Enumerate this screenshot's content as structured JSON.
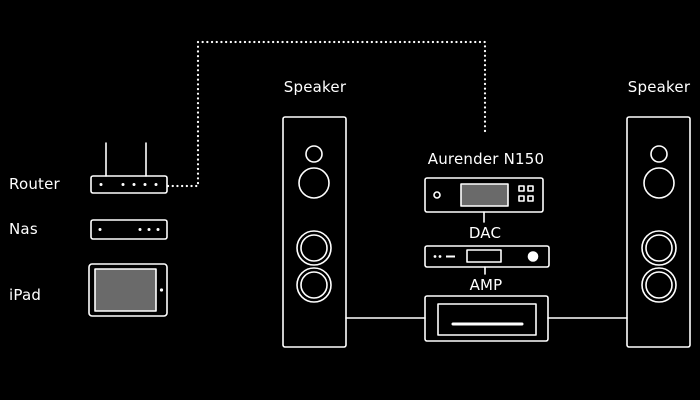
{
  "labels": {
    "router": "Router",
    "nas": "Nas",
    "ipad": "iPad",
    "speaker_left": "Speaker",
    "speaker_right": "Speaker",
    "streamer": "Aurender N150",
    "dac": "DAC",
    "amp": "AMP"
  },
  "colors": {
    "background": "#000000",
    "stroke": "#ffffff"
  },
  "icons": {
    "router": "router-icon",
    "nas": "nas-icon",
    "ipad": "tablet-icon",
    "speaker": "speaker-icon",
    "streamer": "streamer-icon",
    "dac": "dac-icon",
    "amp": "amplifier-icon"
  }
}
